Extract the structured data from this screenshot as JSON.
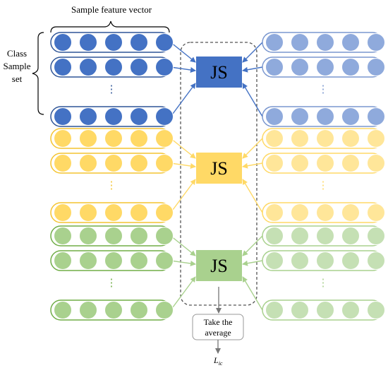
{
  "labels": {
    "sample_feature_vector": "Sample feature vector",
    "class_line1": "Class",
    "class_line2": "Sample",
    "class_line3": "set",
    "average_line1": "Take the",
    "average_line2": "average",
    "loss_main": "L",
    "loss_sub": "ic"
  },
  "groups": [
    {
      "name": "blue",
      "js_label": "JS",
      "box_color": "#4472c4",
      "left_fill": "#4472c4",
      "left_stroke": "#2f5597",
      "right_fill": "#8faadc",
      "right_stroke": "#7a97cf",
      "arrow_color": "#4472c4",
      "ellipsis": "⋮"
    },
    {
      "name": "yellow",
      "js_label": "JS",
      "box_color": "#ffd966",
      "left_fill": "#ffd966",
      "left_stroke": "#f4c430",
      "right_fill": "#ffe699",
      "right_stroke": "#ffd966",
      "arrow_color": "#ffd966",
      "ellipsis": "⋮"
    },
    {
      "name": "green",
      "js_label": "JS",
      "box_color": "#a9d18e",
      "left_fill": "#a9d18e",
      "left_stroke": "#70ad47",
      "right_fill": "#c5e0b4",
      "right_stroke": "#a9d18e",
      "arrow_color": "#a9d18e",
      "ellipsis": "⋮"
    }
  ]
}
